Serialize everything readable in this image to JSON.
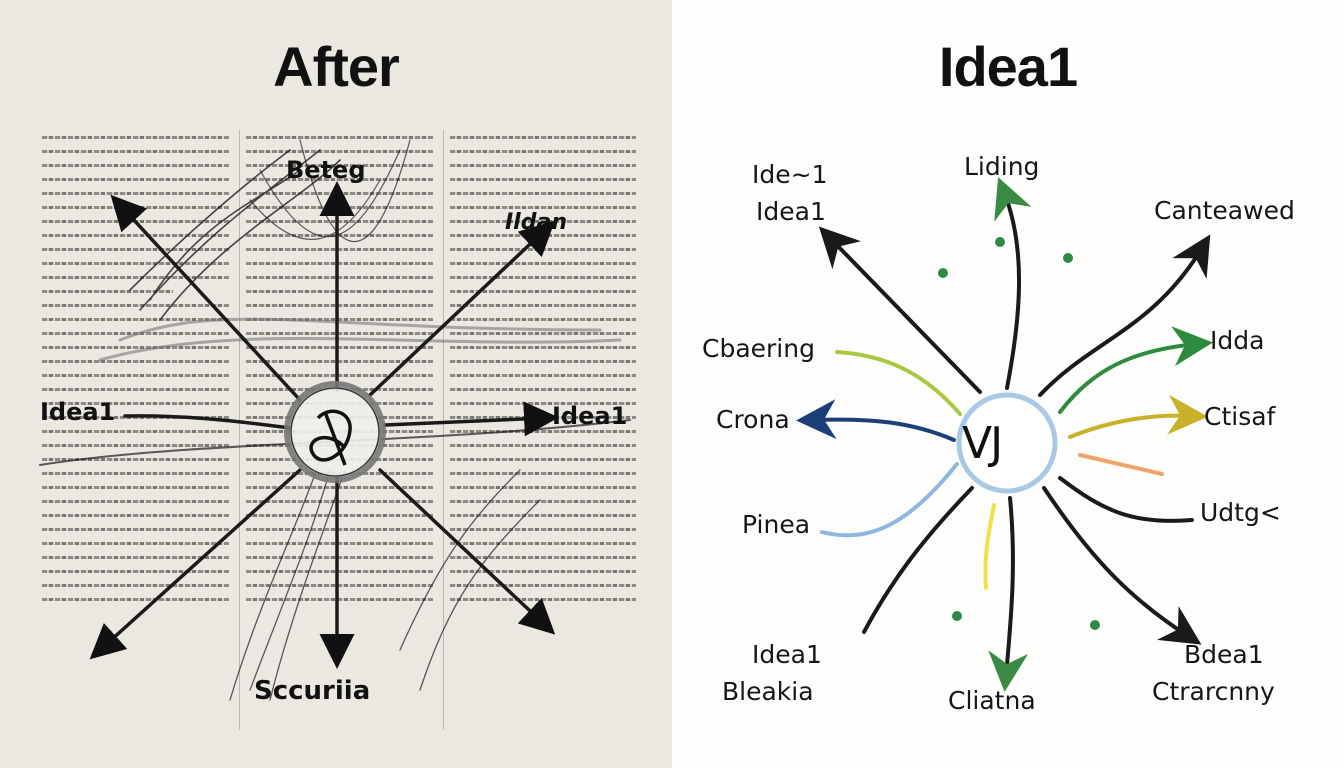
{
  "left_panel": {
    "title": "After",
    "background": "#ebe8e2",
    "style": "chaotic scribbled sketch over newspaper text",
    "center_symbol": "scribbled circle",
    "labels": {
      "top": "Beteg",
      "top_right": "Ildan",
      "left": "Idea1",
      "right": "Idea1",
      "bottom": "Sccuriia"
    }
  },
  "right_panel": {
    "title": "Idea1",
    "background": "#fdfdfc",
    "style": "clean mind map",
    "center_node": {
      "text": "VJ",
      "ring_color": "#a9c8e4"
    },
    "branches": [
      {
        "label": "Ide~1",
        "label2": "Idea1",
        "color": "#1a1a1a",
        "direction": "upper-left"
      },
      {
        "label": "Liding",
        "color": "#1a1a1a",
        "arrow_color": "#3a8a45",
        "direction": "up"
      },
      {
        "label": "Canteawed",
        "color": "#1a1a1a",
        "direction": "upper-right"
      },
      {
        "label": "Cbaering",
        "color": "#a8c840",
        "direction": "left-upper"
      },
      {
        "label": "Crona",
        "color": "#1c3f78",
        "direction": "left"
      },
      {
        "label": "Pinea",
        "color": "#8db6e0",
        "direction": "left-lower"
      },
      {
        "label": "Idda",
        "color": "#2e8b3e",
        "direction": "right-upper"
      },
      {
        "label": "Ctisaf",
        "color": "#c9b22a",
        "direction": "right"
      },
      {
        "label": "",
        "color": "#f0a468",
        "direction": "right-short"
      },
      {
        "label": "Udtg<",
        "color": "#1a1a1a",
        "direction": "right-lower"
      },
      {
        "label": "Idea1",
        "label2": "Bleakia",
        "color": "#1a1a1a",
        "direction": "lower-left"
      },
      {
        "label": "Cliatna",
        "color": "#1a1a1a",
        "arrow_color": "#3a8a45",
        "direction": "down"
      },
      {
        "label": "Bdea1",
        "label2": "Ctrarcnny",
        "color": "#1a1a1a",
        "direction": "lower-right"
      }
    ],
    "accent_dots_color": "#2f8a48",
    "yellow_stroke_color": "#f0e04a"
  }
}
